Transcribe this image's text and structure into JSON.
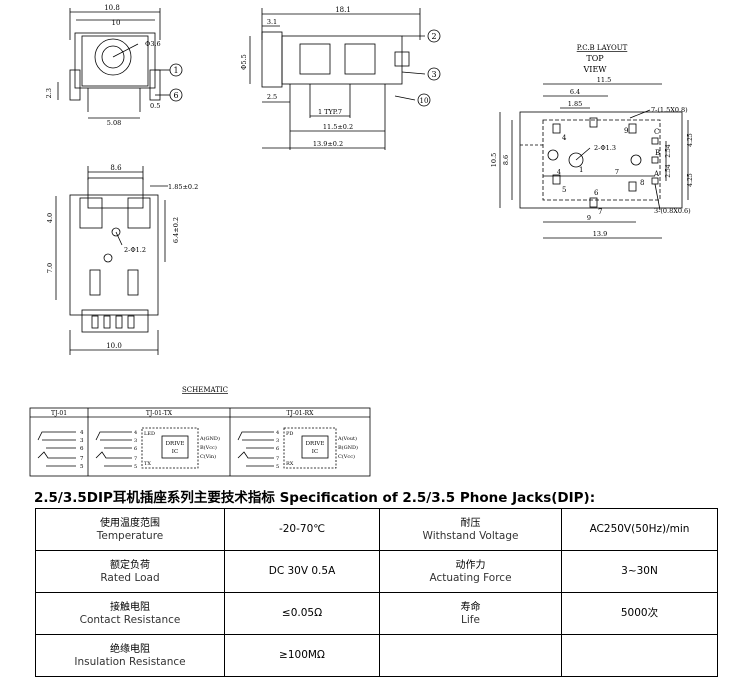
{
  "drawings": {
    "top_left_view": {
      "dim_width_outer": "10.8",
      "dim_width_inner": "10",
      "dim_height": "2.3",
      "dim_hole": "Φ3.6",
      "dim_pin_spacing": "5.08",
      "dim_pin_offset": "0.5",
      "callout_1": "1",
      "callout_6": "6"
    },
    "top_center_view": {
      "dim_length": "18.1",
      "dim_front": "3.1",
      "dim_height": "Φ5.5",
      "dim_a": "2.5",
      "dim_typ": "1 TYP.7",
      "dim_b": "11.5±0.2",
      "dim_c": "13.9±0.2",
      "callout_2": "2",
      "callout_3": "3",
      "callout_10": "10"
    },
    "pcb_layout": {
      "title": "P.C.B LAYOUT",
      "sub1": "TOP",
      "sub2": "VIEW",
      "dim_top": "11.5",
      "dim_64": "6.4",
      "dim_185": "1.85",
      "dim_slot": "7-(1.5X0.8)",
      "dim_hole": "2-Φ1.3",
      "dim_4": "4",
      "dim_7": "7",
      "dim_9": "9",
      "dim_139": "13.9",
      "dim_105": "10.5",
      "dim_86": "8.6",
      "dim_254a": "2.54",
      "dim_254b": "2.54",
      "dim_425a": "4.25",
      "dim_425b": "4.25",
      "dim_pad": "3-(0.8X0.6)",
      "pin_4": "4",
      "pin_9": "9",
      "pin_C": "C",
      "pin_1": "1",
      "pin_B": "B",
      "pin_8": "8",
      "pin_A": "A",
      "pin_5": "5",
      "pin_6": "6",
      "pin_7": "7"
    },
    "bottom_left_view": {
      "dim_top": "8.6",
      "dim_side_right": "1.85±0.2",
      "dim_hole": "2-Φ1.2",
      "dim_right_height": "6.4±0.2",
      "dim_left_40": "4.0",
      "dim_left_70": "7.0",
      "dim_bottom": "10.0"
    },
    "schematic": {
      "title": "SCHEMATIC",
      "col1": "TJ-01",
      "col2": "TJ-01-TX",
      "col3": "TJ-01-RX",
      "pins": [
        "4",
        "3",
        "6",
        "7",
        "5"
      ],
      "tx_box1": "DRIVE",
      "tx_box2": "IC",
      "tx_led": "LED",
      "tx_tx": "TX",
      "tx_a": "A(GND)",
      "tx_b": "B(Vcc)",
      "tx_c": "C(Vin)",
      "rx_pd": "PD",
      "rx_rx": "RX",
      "rx_a": "A(Vout)",
      "rx_b": "B(GND)",
      "rx_c": "C(Vcc)"
    }
  },
  "spec": {
    "title": "2.5/3.5DIP耳机插座系列主要技术指标 Specification of 2.5/3.5 Phone Jacks(DIP):",
    "rows": [
      {
        "label1_zh": "使用温度范围",
        "label1_en": "Temperature",
        "value1": "-20-70℃",
        "label2_zh": "耐压",
        "label2_en": "Withstand Voltage",
        "value2": "AC250V(50Hz)/min"
      },
      {
        "label1_zh": "额定负荷",
        "label1_en": "Rated Load",
        "value1": "DC 30V 0.5A",
        "label2_zh": "动作力",
        "label2_en": "Actuating Force",
        "value2": "3~30N"
      },
      {
        "label1_zh": "接触电阻",
        "label1_en": "Contact Resistance",
        "value1": "≤0.05Ω",
        "label2_zh": "寿命",
        "label2_en": "Life",
        "value2": "5000次"
      },
      {
        "label1_zh": "绝缘电阻",
        "label1_en": "Insulation Resistance",
        "value1": "≥100MΩ",
        "label2_zh": "",
        "label2_en": "",
        "value2": ""
      }
    ]
  }
}
